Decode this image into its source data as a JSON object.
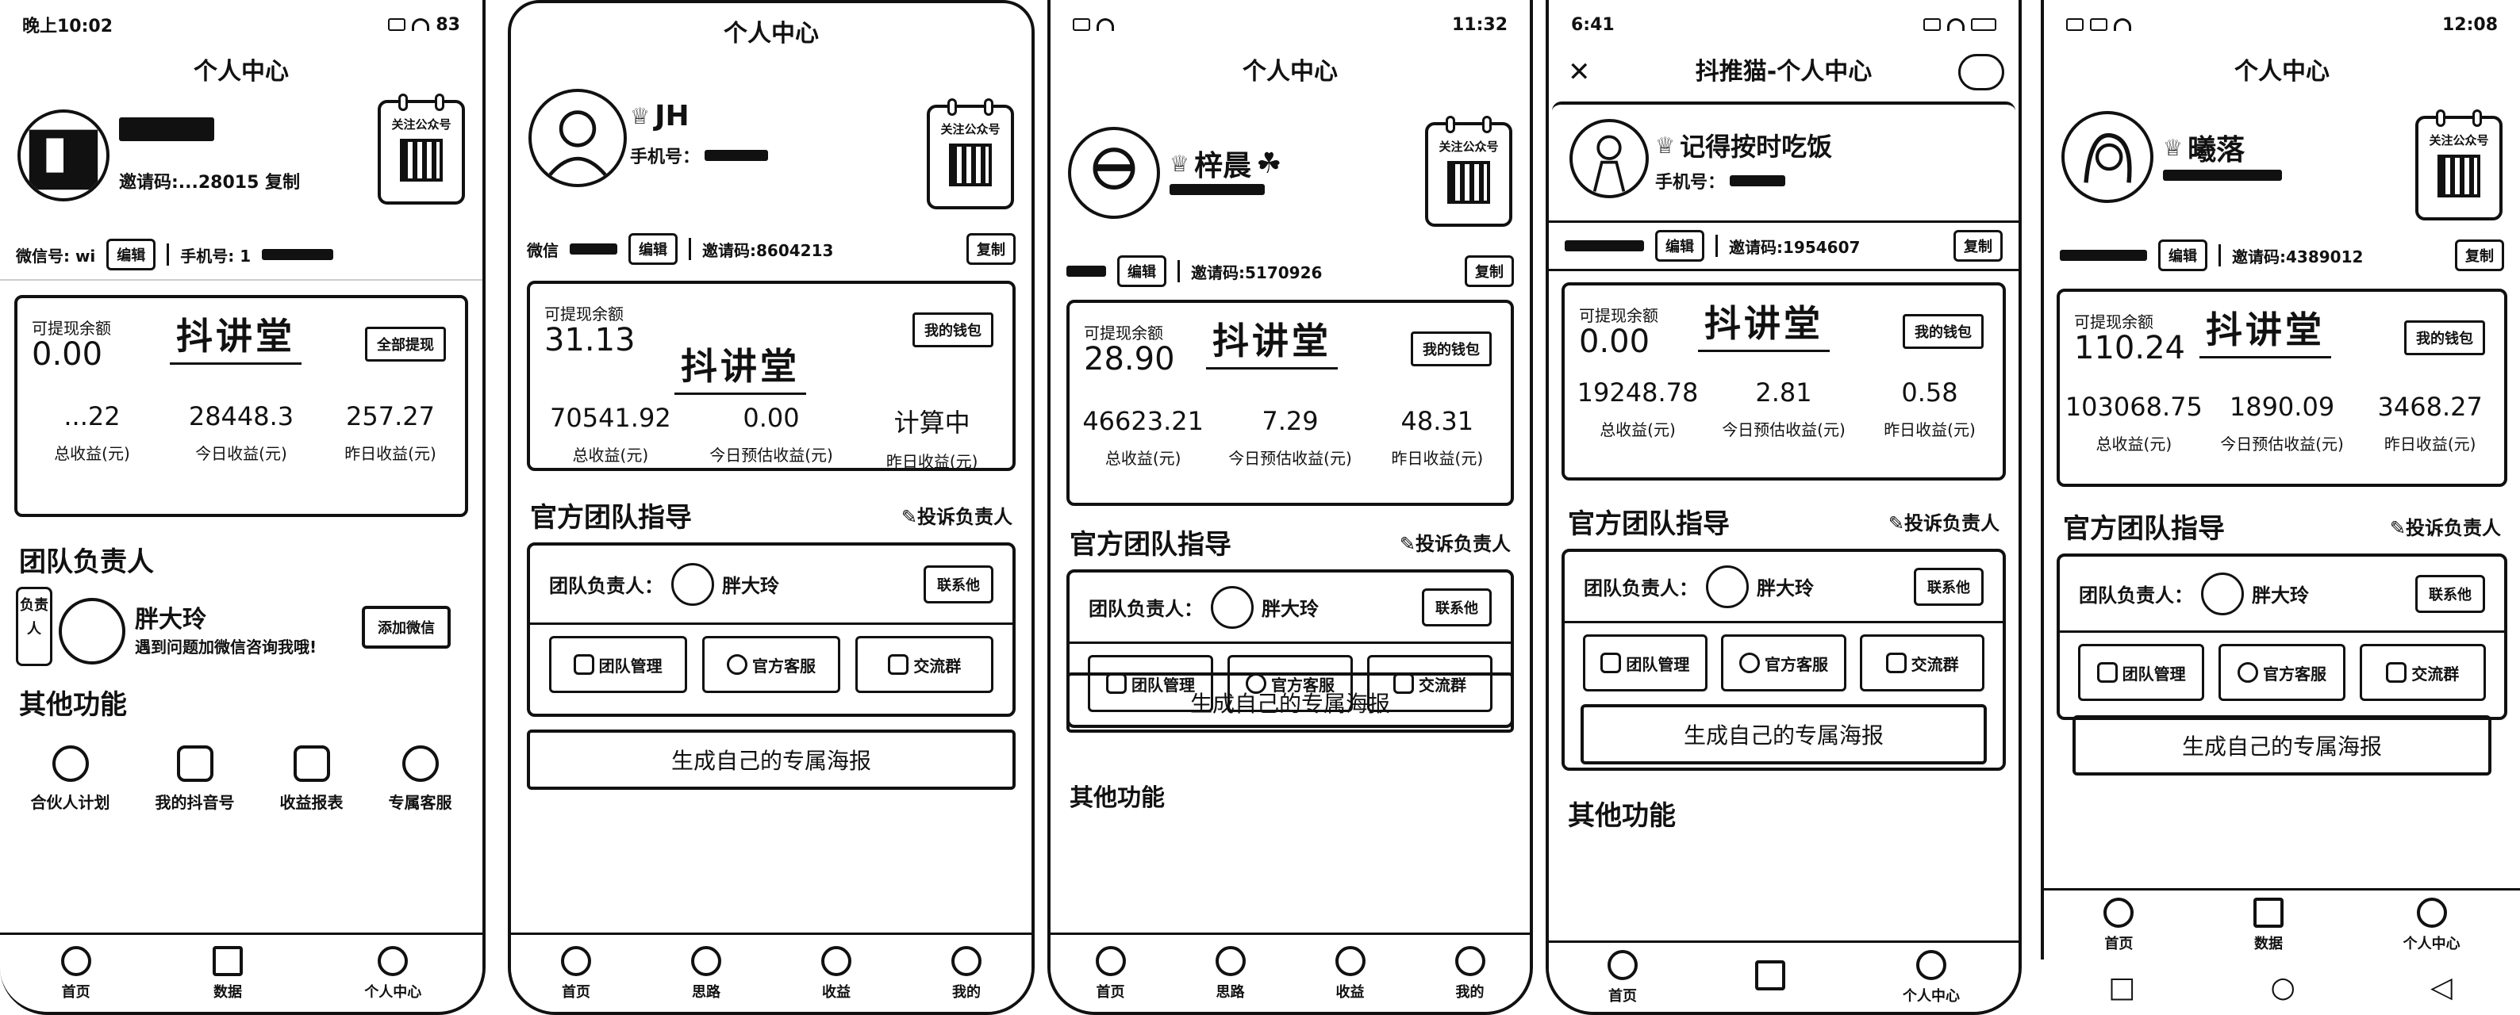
{
  "common": {
    "nav_title": "个人中心",
    "qr_label": "关注公众号",
    "balance_label": "可提现余额",
    "brand": "抖讲堂",
    "wallet_btn": "我的钱包",
    "edit_btn": "编辑",
    "copy_btn": "复制",
    "total_label": "总收益(元)",
    "today_label": "今日收益(元)",
    "today_est_label": "今日预估收益(元)",
    "yesterday_label": "昨日收益(元)",
    "guide_title": "官方团队指导",
    "complain": "✎投诉负责人",
    "leader_label": "团队负责人：",
    "leader_name": "胖大玲",
    "contact_btn": "联系他",
    "tool_team": "团队管理",
    "tool_service": "官方客服",
    "tool_group": "交流群",
    "poster_btn": "生成自己的专属海报",
    "other_title": "其他功能",
    "phone_label": "手机号：",
    "wechat_label": "微信"
  },
  "p1": {
    "time": "晚上10:02",
    "battery": "83",
    "invite_text": "邀请码:...28015 复制",
    "wechat_prefix": "微信号: wi",
    "phone_prefix": "手机号: 1",
    "balance": "0.00",
    "wallet_btn": "全部提现",
    "total": "...22",
    "today": "28448.3",
    "yesterday": "257.27",
    "leader_section": "团队负责人",
    "tag": "负责人",
    "leader_hint": "遇到问题加微信咨询我哦!",
    "leader_btn": "添加微信",
    "funcs": [
      "合伙人计划",
      "我的抖音号",
      "收益报表",
      "专属客服"
    ],
    "tabs": [
      "首页",
      "数据",
      "个人中心"
    ]
  },
  "p2": {
    "name": "JH",
    "invite": "邀请码:8604213",
    "balance": "31.13",
    "total": "70541.92",
    "today_est": "0.00",
    "yesterday": "计算中",
    "tabs": [
      "首页",
      "思路",
      "收益",
      "我的"
    ]
  },
  "p3": {
    "time": "11:32",
    "name": "梓晨",
    "invite": "邀请码:5170926",
    "balance": "28.90",
    "total": "46623.21",
    "today_est": "7.29",
    "yesterday": "48.31",
    "tabs": [
      "首页",
      "思路",
      "收益",
      "我的"
    ]
  },
  "p4": {
    "time": "6:41",
    "nav_title": "抖推猫-个人中心",
    "close": "✕",
    "name": "记得按时吃饭",
    "invite": "邀请码:1954607",
    "balance": "0.00",
    "total": "19248.78",
    "today_est": "2.81",
    "yesterday": "0.58",
    "tabs": [
      "首页",
      "",
      "个人中心"
    ]
  },
  "p5": {
    "time": "12:08",
    "name": "曦落",
    "invite": "邀请码:4389012",
    "balance": "110.24",
    "total": "103068.75",
    "today_est": "1890.09",
    "yesterday": "3468.27",
    "tabs": [
      "首页",
      "数据",
      "个人中心"
    ],
    "sysnav": [
      "□",
      "○",
      "◁"
    ]
  }
}
